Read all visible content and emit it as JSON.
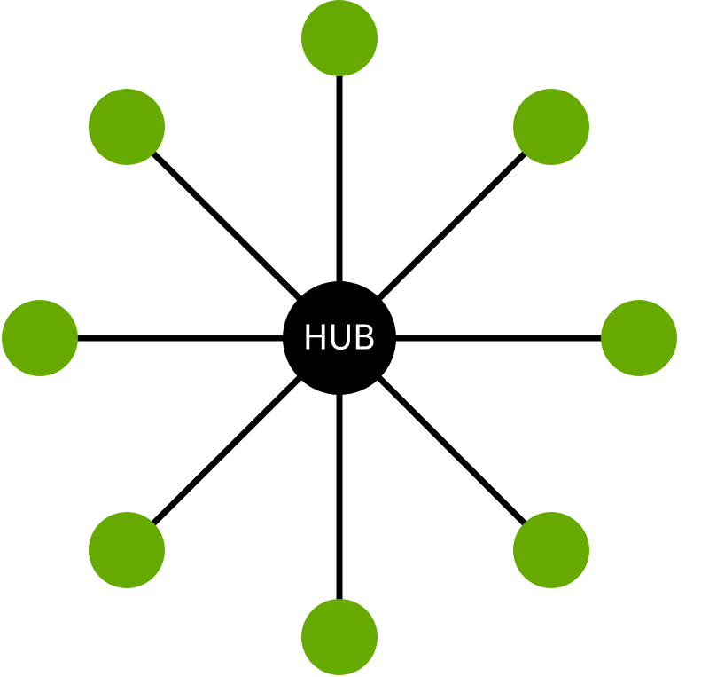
{
  "diagram": {
    "type": "hub-and-spoke",
    "hub": {
      "label": "HUB",
      "color": "#000000",
      "label_color": "#ffffff"
    },
    "spokes": {
      "count": 8,
      "color": "#000000"
    },
    "nodes": {
      "count": 8,
      "color": "#66aa00"
    }
  }
}
